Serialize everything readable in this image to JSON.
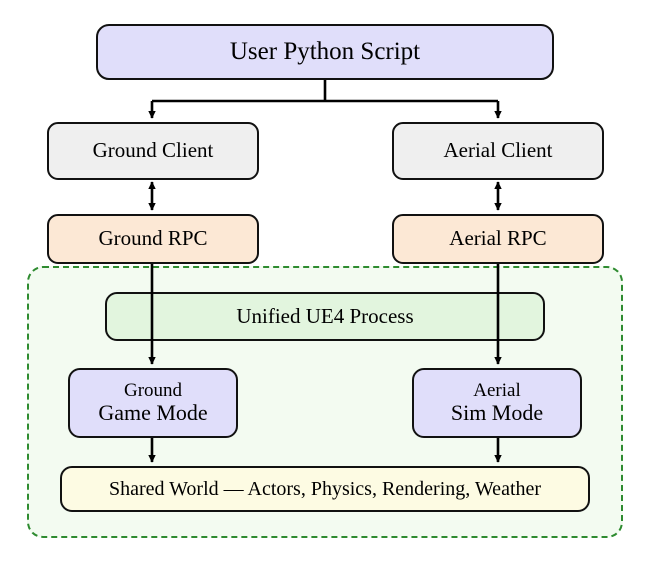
{
  "diagram": {
    "title_node": {
      "label": "User Python Script"
    },
    "clients": [
      {
        "label": "Ground Client"
      },
      {
        "label": "Aerial Client"
      }
    ],
    "rpcs": [
      {
        "label": "Ground RPC"
      },
      {
        "label": "Aerial RPC"
      }
    ],
    "process": {
      "label": "Unified UE4 Process"
    },
    "modes": [
      {
        "line1": "Ground",
        "line2": "Game Mode"
      },
      {
        "line1": "Aerial",
        "line2": "Sim Mode"
      }
    ],
    "shared_world": {
      "label": "Shared World — Actors, Physics, Rendering, Weather"
    },
    "colors": {
      "script_fill": "#E0DEFA",
      "client_fill": "#EFEFEF",
      "rpc_fill": "#FCE8D5",
      "process_fill": "#E2F5DE",
      "mode_fill": "#E0DEFA",
      "shared_fill": "#FDFBE3",
      "boundary_stroke": "#2E8B30",
      "boundary_fill": "#F3FBF1",
      "node_stroke": "#111111",
      "arrow_stroke": "#000000"
    }
  }
}
